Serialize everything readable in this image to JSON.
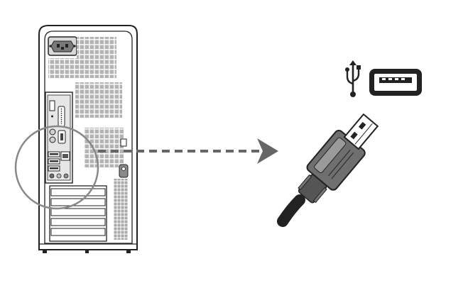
{
  "diagram": {
    "pc_tower": {
      "view": "rear",
      "highlight": "usb-ports-circle"
    },
    "arrow": {
      "style": "dashed",
      "direction": "right"
    },
    "usb_symbol": {
      "icon": "usb-trident-icon"
    },
    "usb_port": {
      "icon": "usb-port-icon"
    },
    "usb_cable": {
      "icon": "usb-plug-icon"
    },
    "colors": {
      "stroke": "#222222",
      "panel_gray": "#b8b8b8",
      "dark_gray": "#6f6f6f",
      "arrow": "#666666",
      "highlight": "#888888"
    }
  }
}
